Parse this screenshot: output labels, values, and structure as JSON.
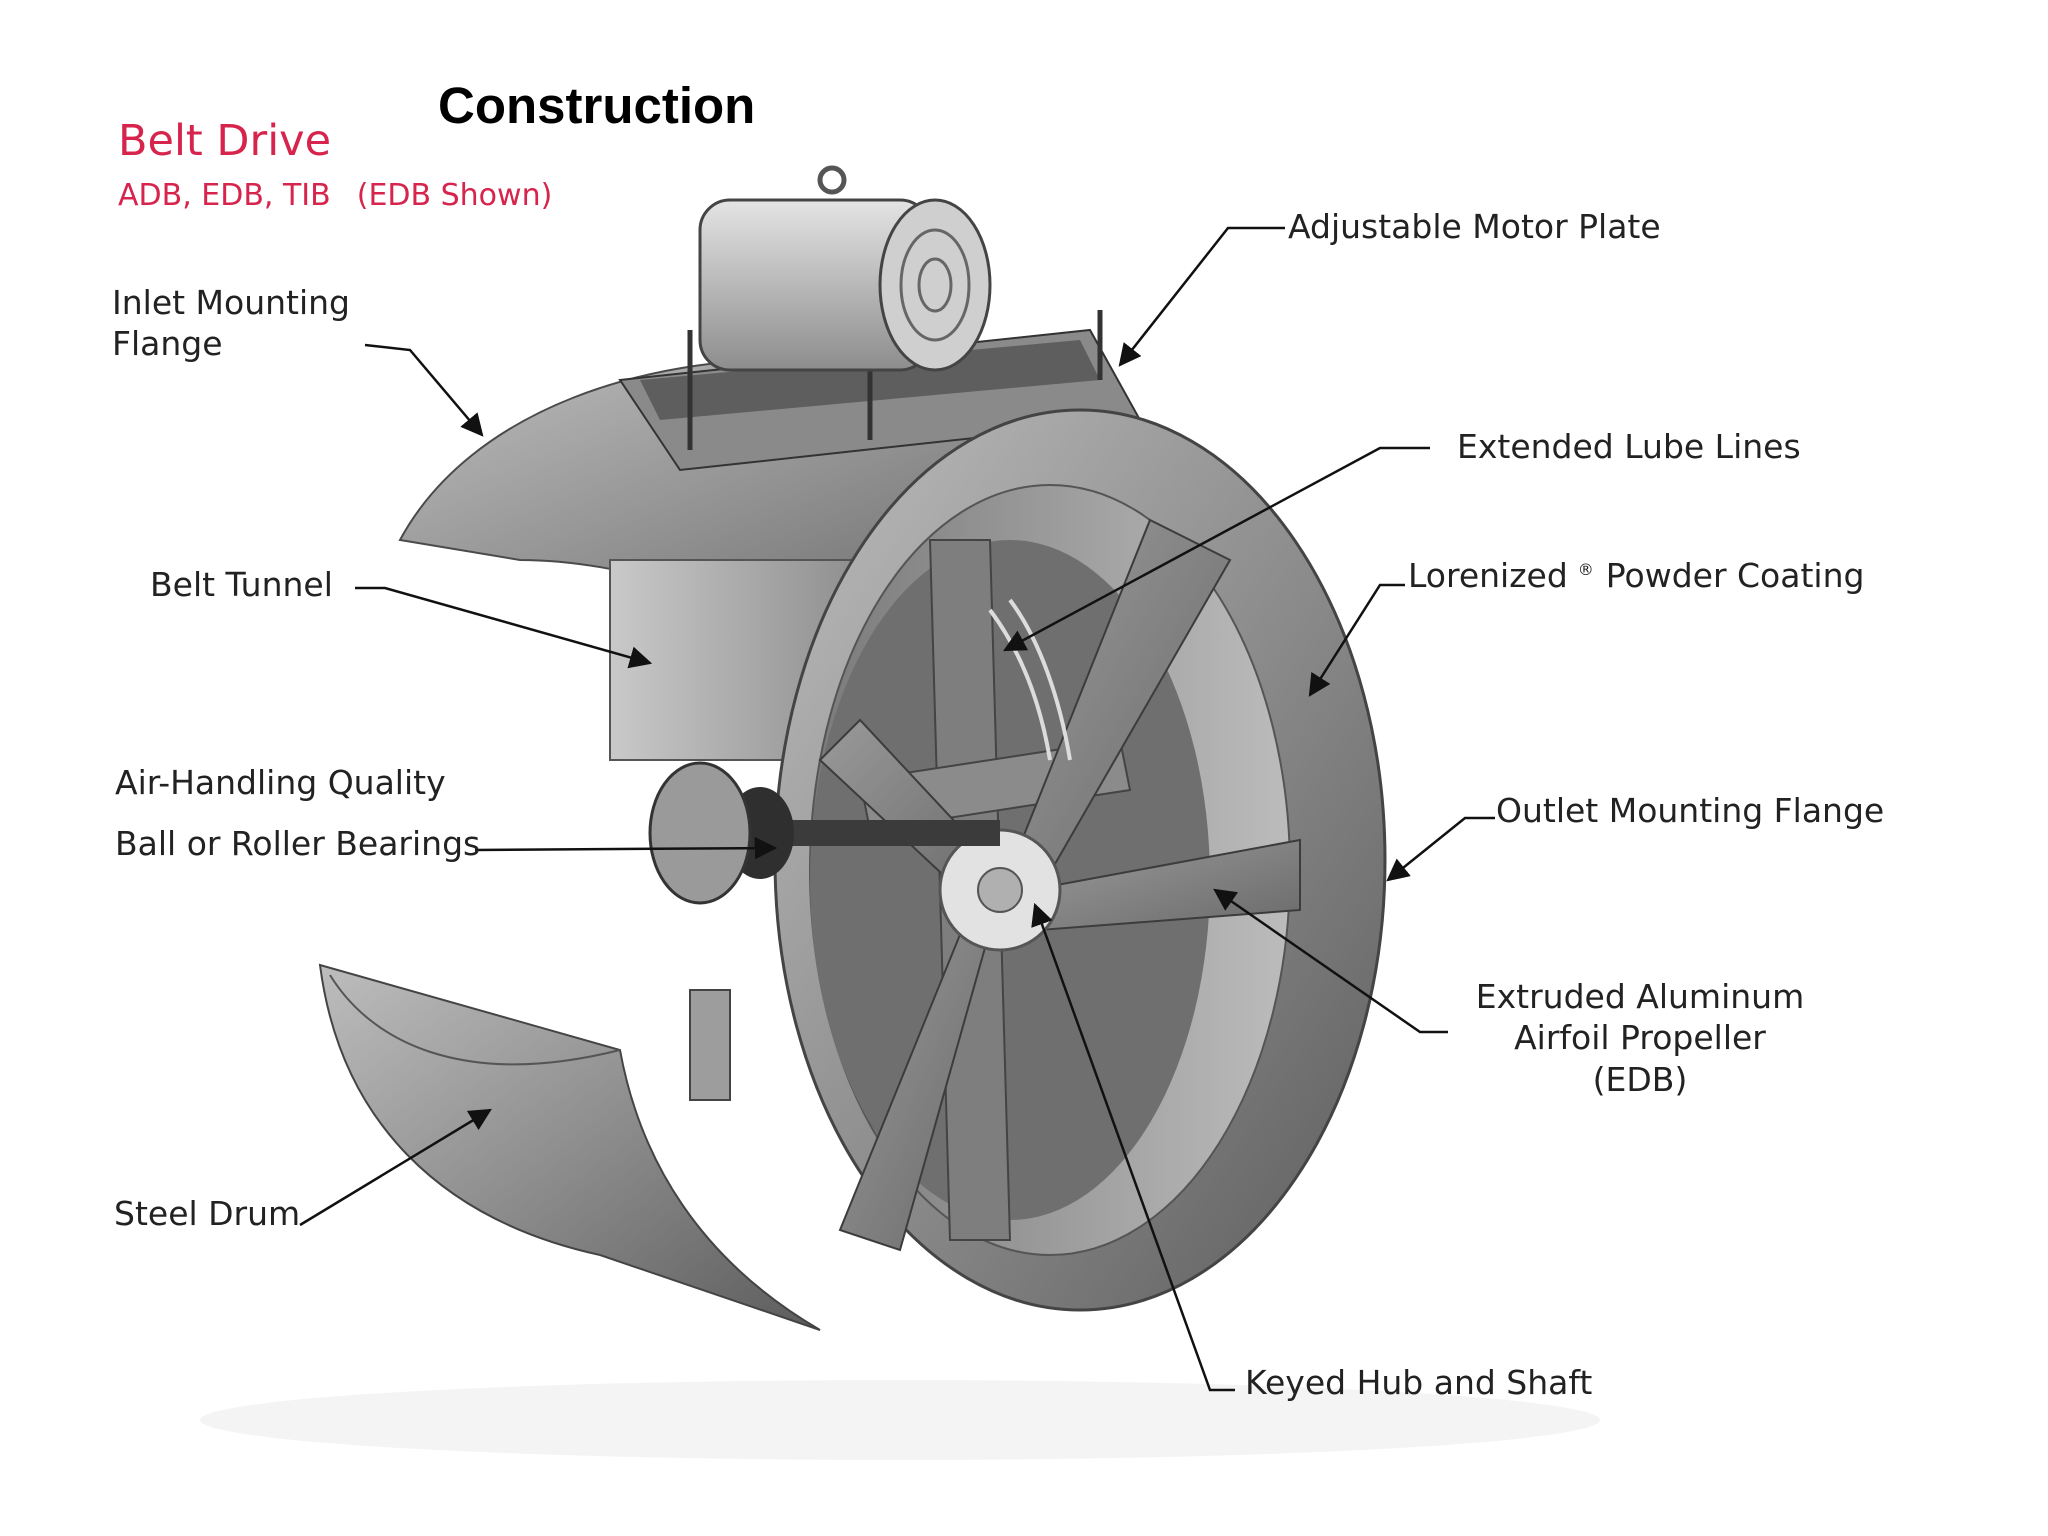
{
  "title": "Construction",
  "colors": {
    "accent": "#d6244c",
    "text": "#222222",
    "drum_light": "#a8a8a8",
    "drum_dark": "#5a5a5a"
  },
  "product": {
    "name": "Belt Drive",
    "models": "ADB, EDB, TIB",
    "shown_note": "(EDB Shown)"
  },
  "labels": {
    "inlet_mounting_flange": [
      "Inlet Mounting",
      "Flange"
    ],
    "belt_tunnel": "Belt Tunnel",
    "bearings": [
      "Air-Handling Quality",
      "Ball or Roller Bearings"
    ],
    "steel_drum": "Steel Drum",
    "adjustable_motor_plate": "Adjustable Motor Plate",
    "extended_lube_lines": "Extended Lube Lines",
    "powder_coating": {
      "brand": "Lorenized",
      "mark": "®",
      "rest": "Powder Coating"
    },
    "outlet_mounting_flange": "Outlet Mounting Flange",
    "propeller": [
      "Extruded Aluminum",
      "Airfoil Propeller",
      "(EDB)"
    ],
    "keyed_hub_and_shaft": "Keyed Hub and Shaft"
  }
}
